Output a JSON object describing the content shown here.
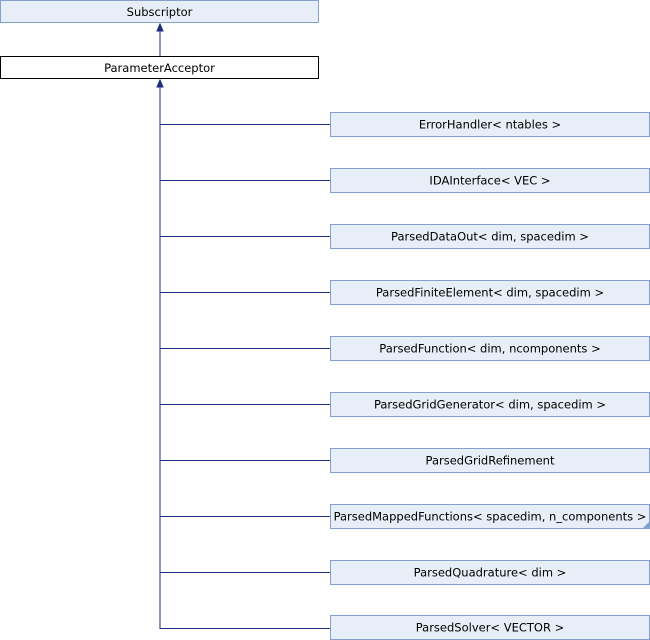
{
  "diagram": {
    "base_class": "Subscriptor",
    "current_class": "ParameterAcceptor",
    "derived_classes": [
      "ErrorHandler< ntables >",
      "IDAInterface< VEC >",
      "ParsedDataOut< dim, spacedim >",
      "ParsedFiniteElement< dim, spacedim >",
      "ParsedFunction< dim, ncomponents >",
      "ParsedGridGenerator< dim, spacedim >",
      "ParsedGridRefinement",
      "ParsedMappedFunctions< spacedim, n_components >",
      "ParsedQuadrature< dim >",
      "ParsedSolver< VECTOR >"
    ],
    "truncated_classes": [
      "ParsedMappedFunctions< spacedim, n_components >"
    ]
  }
}
